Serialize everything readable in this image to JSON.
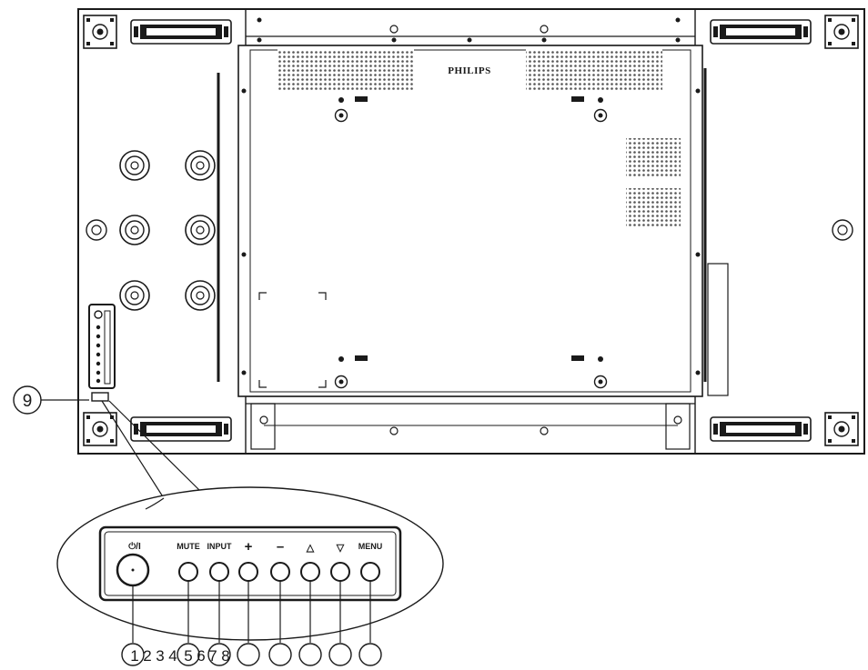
{
  "brand": "PHILIPS",
  "callouts": {
    "keypad": "9",
    "bottom": [
      "1",
      "2",
      "3",
      "4",
      "5",
      "6",
      "7",
      "8"
    ]
  },
  "keypad_buttons": [
    {
      "label": "⏻/I",
      "icon": "power-icon"
    },
    {
      "label": "MUTE"
    },
    {
      "label": "INPUT"
    },
    {
      "label": "+",
      "icon": "plus-icon"
    },
    {
      "label": "–",
      "icon": "minus-icon"
    },
    {
      "label": "△",
      "icon": "up-triangle-icon"
    },
    {
      "label": "▽",
      "icon": "down-triangle-icon"
    },
    {
      "label": "MENU"
    }
  ],
  "colors": {
    "ink": "#1a1a1a",
    "panel": "#ffffff"
  }
}
